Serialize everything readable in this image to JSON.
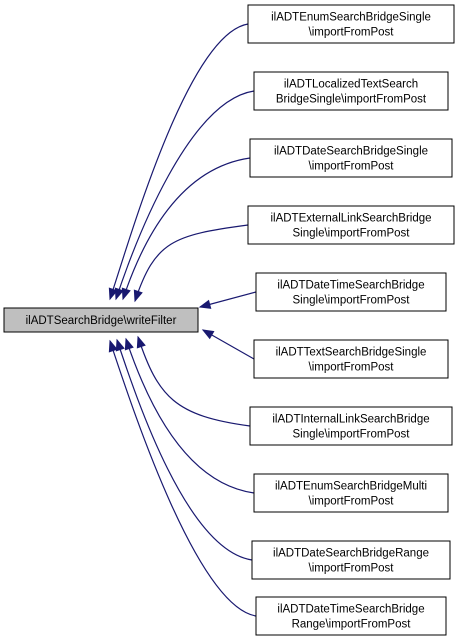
{
  "colors": {
    "edge": "#191970",
    "box_border": "#000000",
    "focus_fill": "#bfbfbf",
    "box_fill": "#ffffff"
  },
  "focus": {
    "lines": [
      "ilADTSearchBridge\\writeFilter"
    ]
  },
  "callers": [
    {
      "id": "enum-single",
      "lines": [
        "ilADTEnumSearchBridgeSingle",
        "\\importFromPost"
      ]
    },
    {
      "id": "localized-text",
      "lines": [
        "ilADTLocalizedTextSearch",
        "BridgeSingle\\importFromPost"
      ]
    },
    {
      "id": "date-single",
      "lines": [
        "ilADTDateSearchBridgeSingle",
        "\\importFromPost"
      ]
    },
    {
      "id": "external-link",
      "lines": [
        "ilADTExternalLinkSearchBridge",
        "Single\\importFromPost"
      ]
    },
    {
      "id": "datetime-single",
      "lines": [
        "ilADTDateTimeSearchBridge",
        "Single\\importFromPost"
      ]
    },
    {
      "id": "text-single",
      "lines": [
        "ilADTTextSearchBridgeSingle",
        "\\importFromPost"
      ]
    },
    {
      "id": "internal-link",
      "lines": [
        "ilADTInternalLinkSearchBridge",
        "Single\\importFromPost"
      ]
    },
    {
      "id": "enum-multi",
      "lines": [
        "ilADTEnumSearchBridgeMulti",
        "\\importFromPost"
      ]
    },
    {
      "id": "date-range",
      "lines": [
        "ilADTDateSearchBridgeRange",
        "\\importFromPost"
      ]
    },
    {
      "id": "datetime-range",
      "lines": [
        "ilADTDateTimeSearchBridge",
        "Range\\importFromPost"
      ]
    }
  ]
}
